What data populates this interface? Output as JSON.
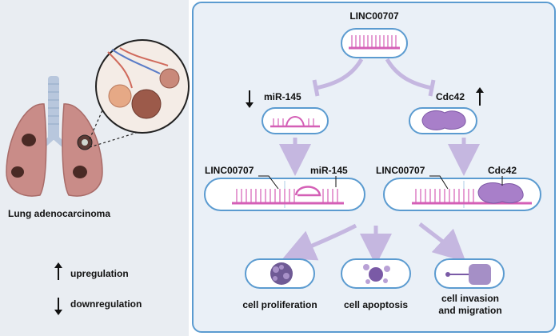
{
  "left": {
    "disease_label": "Lung adenocarcinoma",
    "legend": [
      {
        "icon": "arrow-up-icon",
        "label": "upregulation"
      },
      {
        "icon": "arrow-down-icon",
        "label": "downregulation"
      }
    ]
  },
  "right": {
    "top_label": "LINC00707",
    "left_target": {
      "label": "miR-145",
      "trend": "down"
    },
    "right_target": {
      "label": "Cdc42",
      "trend": "up"
    },
    "complex_left": {
      "lnc_label": "LINC00707",
      "partner_label": "miR-145"
    },
    "complex_right": {
      "lnc_label": "LINC00707",
      "partner_label": "Cdc42"
    },
    "outcomes": [
      "cell proliferation",
      "cell apoptosis",
      "cell invasion",
      "and migration"
    ]
  },
  "colors": {
    "accent_border": "#5b9bd0",
    "rna": "#d45fb6",
    "protein": "#a87fc9",
    "arrow": "#c5b7e0",
    "lung": "#c98c88"
  }
}
